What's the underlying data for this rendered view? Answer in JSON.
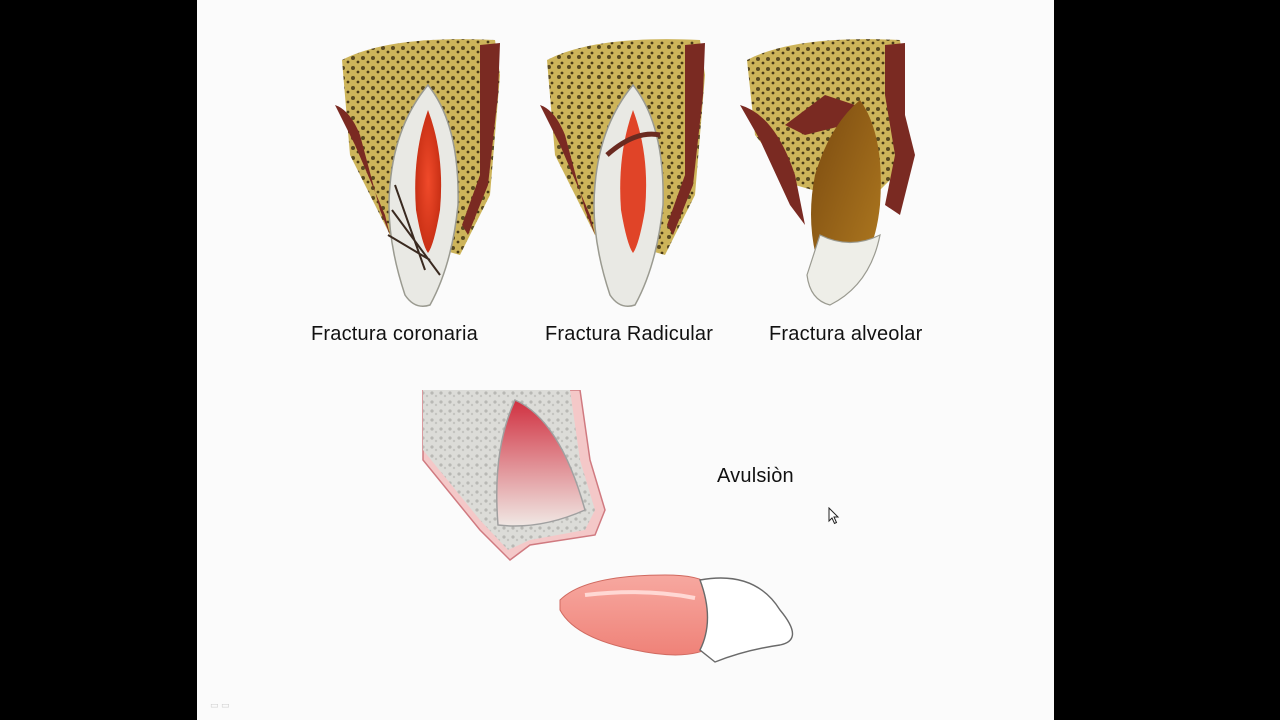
{
  "slide": {
    "captions": {
      "coronal": "Fractura coronaria",
      "radicular": "Fractura Radicular",
      "alveolar": "Fractura alveolar",
      "avulsion": "Avulsiòn"
    }
  },
  "icons": {
    "pointer": "mouse-pointer-icon"
  }
}
